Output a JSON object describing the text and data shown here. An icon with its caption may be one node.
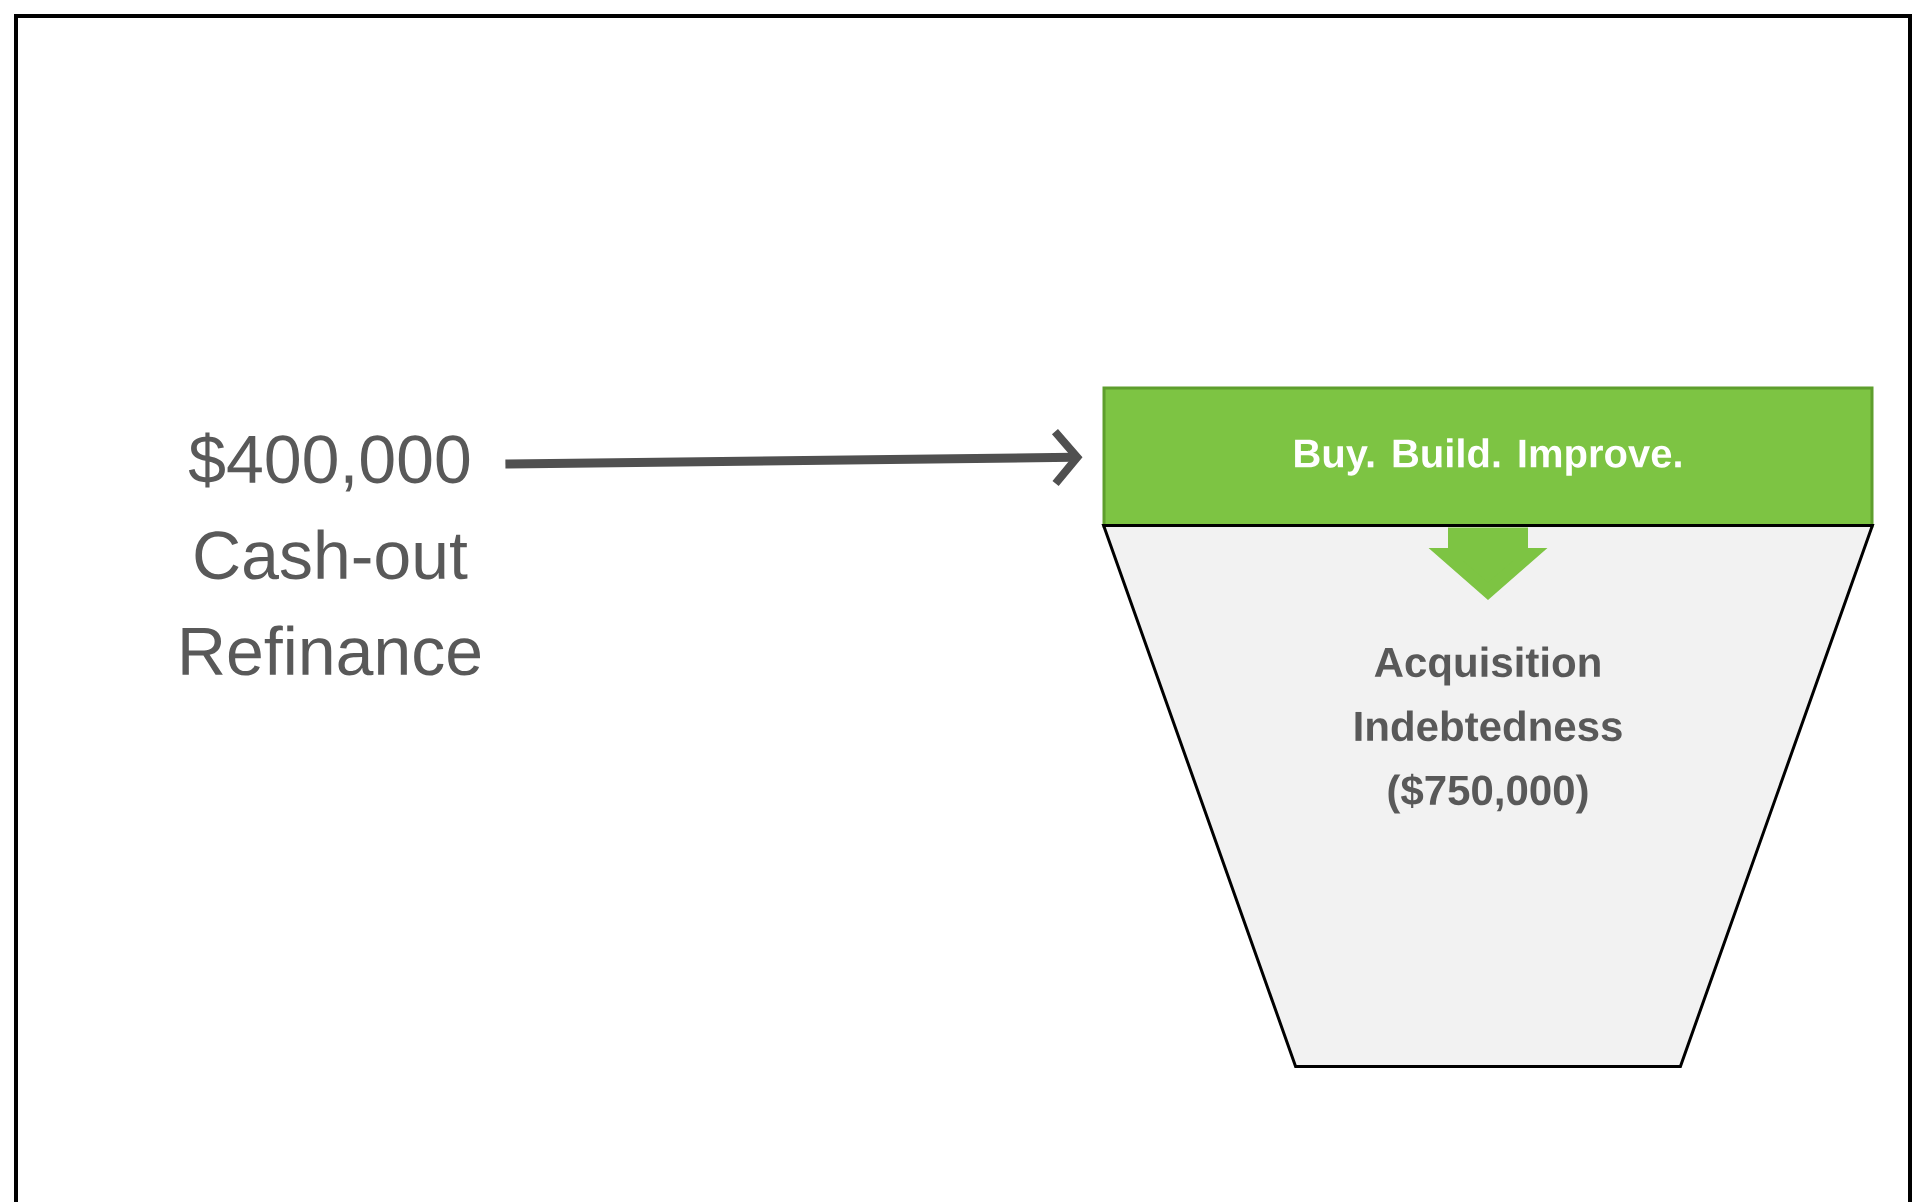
{
  "diagram": {
    "nodes": [
      {
        "text": [
          "$400,000 Cash-out Refinance"
        ]
      },
      {
        "text": [
          "Buy.  Build.  Improve."
        ]
      },
      {
        "text": [
          "Acquisition Indebtedness ($750,000)"
        ]
      }
    ],
    "edges": [
      {
        "from": 0,
        "to": 1,
        "arrow": "to"
      },
      {
        "from": 1,
        "to": 2,
        "arrow": "to",
        "style": "thick",
        "color": "#7dc443"
      }
    ]
  }
}
